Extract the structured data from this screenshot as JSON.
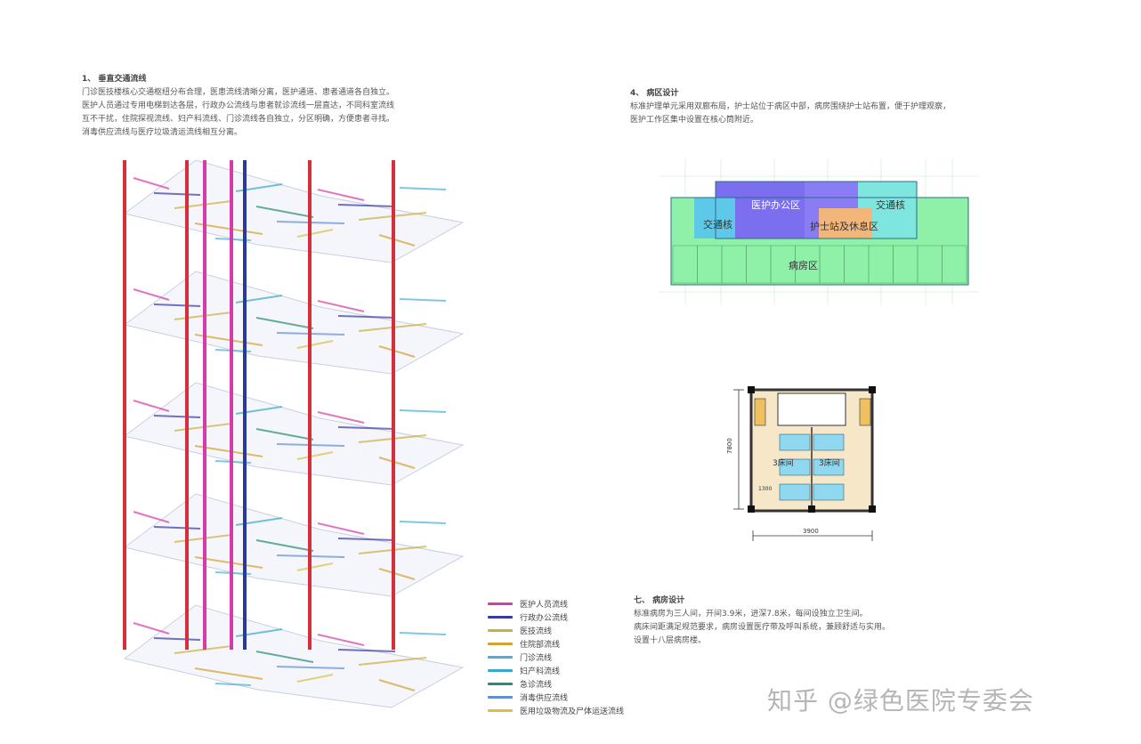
{
  "left_section": {
    "heading": "1、 垂直交通流线",
    "lines": [
      "门诊医技楼核心交通枢纽分布合理，医患流线清晰分离，医护通道、患者通道各自独立。",
      "医护人员通过专用电梯到达各层，行政办公流线与患者就诊流线一层直达，不同科室流线",
      "互不干扰，住院探视流线、妇产科流线、门诊流线各自独立，分区明确，方便患者寻找。",
      "消毒供应流线与医疗垃圾清运流线相互分离。"
    ]
  },
  "right_section": {
    "heading": "4、 病区设计",
    "lines": [
      "标准护理单元采用双廊布局，护士站位于病区中部，病房围绕护士站布置，便于护理观察，",
      "医护工作区集中设置在核心筒附近。"
    ]
  },
  "bottom_section": {
    "heading": "七、 病房设计",
    "lines": [
      "标准病房为三人间，开间3.9米，进深7.8米，每间设独立卫生间。",
      "病床间距满足规范要求，病房设置医疗带及呼叫系统，兼顾舒适与实用。",
      "设置十八层病房楼。"
    ]
  },
  "plan": {
    "labels": {
      "office": "医护办公区",
      "traffic_left": "交通核",
      "traffic_right": "交通核",
      "nurse": "护士站及休息区",
      "ward": "病房区"
    },
    "colors": {
      "office": "#7b6ff0",
      "traffic": "#5ec8e8",
      "nurse": "#f2b57a",
      "ward": "#8ff0a8",
      "cyan": "#7fe6df"
    }
  },
  "room": {
    "labels": {
      "left_bed": "3床间",
      "right_bed": "3床间"
    },
    "dims": {
      "depth": "7800",
      "width": "3900",
      "small": "1300"
    }
  },
  "legend": [
    {
      "label": "医护人员流线",
      "color": "#d63ca8"
    },
    {
      "label": "行政办公流线",
      "color": "#3a3aa0"
    },
    {
      "label": "医技流线",
      "color": "#c8b040"
    },
    {
      "label": "住院部流线",
      "color": "#d6a030"
    },
    {
      "label": "门诊流线",
      "color": "#4ab0d8"
    },
    {
      "label": "妇产科流线",
      "color": "#3aa8c8"
    },
    {
      "label": "急诊流线",
      "color": "#2a8a78"
    },
    {
      "label": "消毒供应流线",
      "color": "#6090d0"
    },
    {
      "label": "医用垃圾物流及尸体运送流线",
      "color": "#d8c040"
    }
  ],
  "watermark": "知乎 @绿色医院专委会"
}
